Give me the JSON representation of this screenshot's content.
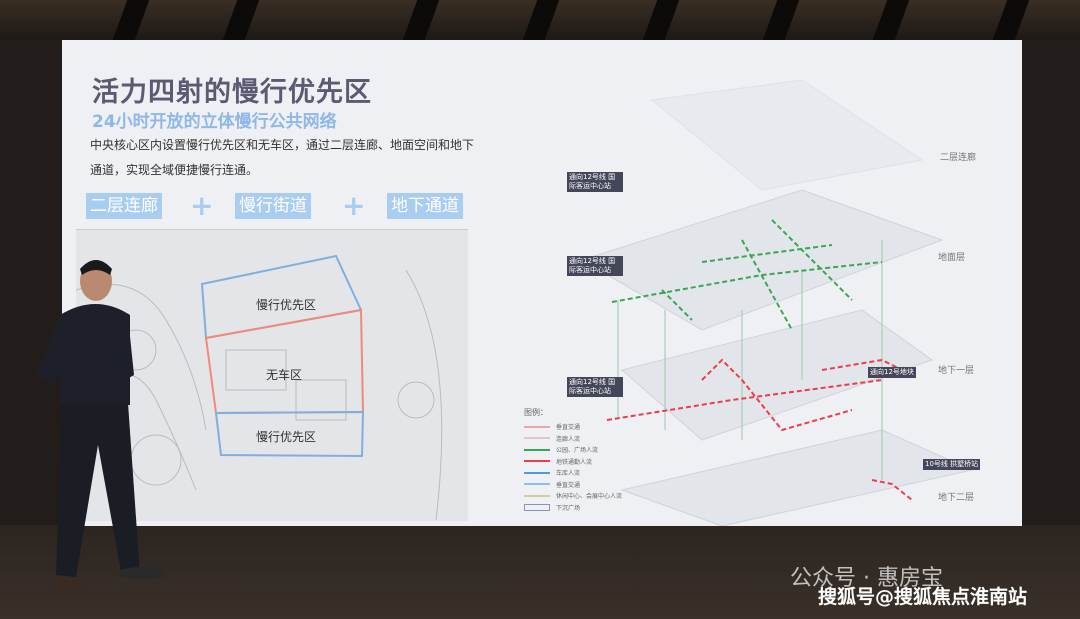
{
  "slide": {
    "title": "活力四射的慢行优先区",
    "subtitle": "24小时开放的立体慢行公共网络",
    "description": "中央核心区内设置慢行优先区和无车区，通过二层连廊、地面空间和地下通道，实现全域便捷慢行连通。",
    "tags": [
      "二层连廊",
      "慢行街道",
      "地下通道"
    ],
    "plus": "+",
    "map_zones": [
      "慢行优先区",
      "无车区",
      "慢行优先区"
    ],
    "layers": [
      "二层连廊",
      "地面层",
      "地下一层",
      "地下二层"
    ],
    "callouts": [
      "通向12号线 国际客运中心站",
      "通向12号线 国际客运中心站",
      "通向12号线 国际客运中心站",
      "通向12号地块",
      "10号线 拱墅桥站"
    ],
    "legend_title": "图例：",
    "legend": [
      {
        "label": "垂直交通",
        "color": "#e9a7a7"
      },
      {
        "label": "连廊人流",
        "color": "#e6c4c4"
      },
      {
        "label": "公园、广场人流",
        "color": "#3aa655"
      },
      {
        "label": "地铁通勤人流",
        "color": "#ef3b4b"
      },
      {
        "label": "车库人流",
        "color": "#4a9ee0"
      },
      {
        "label": "垂直交通",
        "color": "#8cc1ef"
      },
      {
        "label": "休闲中心、会展中心人流",
        "color": "#c9d49a"
      },
      {
        "label": "下沉广场",
        "color": "#8a93b8"
      }
    ]
  },
  "watermark": {
    "primary": "公众号 · 惠房宝",
    "secondary": "搜狐号@搜狐焦点淮南站"
  },
  "colors": {
    "green": "#3aa655",
    "red": "#ef3b4b",
    "blue": "#a9cdf0",
    "title": "#5c5a73"
  }
}
